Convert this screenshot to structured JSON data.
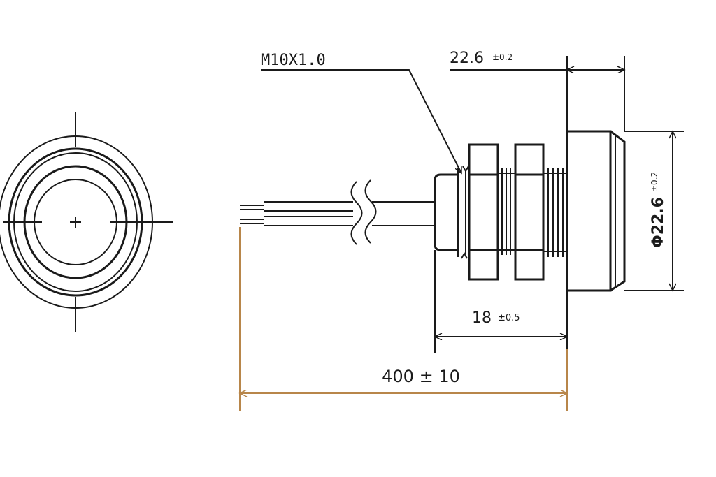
{
  "thread_label": "M10X1.0",
  "dim_flange_width": {
    "value": "22.6",
    "tolerance": "±0.2"
  },
  "dim_diameter": {
    "value": "Φ22.6",
    "tolerance": "±0.2"
  },
  "dim_thread_length": {
    "value": "18",
    "tolerance": "±0.5"
  },
  "dim_cable_length": {
    "value": "400 ± 10"
  },
  "colors": {
    "line": "#1a1a1a",
    "cable_dim": "#b8864a"
  }
}
